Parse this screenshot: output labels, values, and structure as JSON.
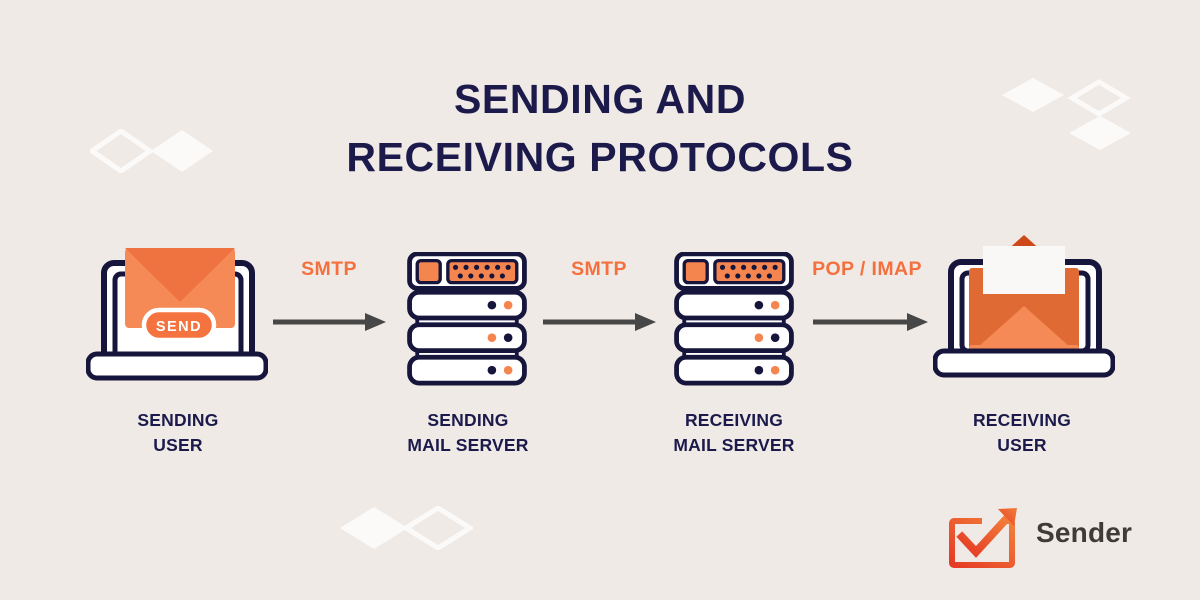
{
  "title": {
    "line1": "SENDING AND",
    "line2": "RECEIVING PROTOCOLS"
  },
  "flow": {
    "send_button_label": "SEND",
    "nodes": [
      {
        "label_line1": "SENDING",
        "label_line2": "USER"
      },
      {
        "label_line1": "SENDING",
        "label_line2": "MAIL SERVER"
      },
      {
        "label_line1": "RECEIVING",
        "label_line2": "MAIL SERVER"
      },
      {
        "label_line1": "RECEIVING",
        "label_line2": "USER"
      }
    ],
    "arrows": [
      {
        "protocol": "SMTP"
      },
      {
        "protocol": "SMTP"
      },
      {
        "protocol": "POP / IMAP"
      }
    ]
  },
  "branding": {
    "logo_text": "Sender"
  },
  "colors": {
    "background": "#F0EAE6",
    "navy": "#1B1A4B",
    "protocol_orange": "#F4713F",
    "envelope_orange": "#F5854F",
    "envelope_flap_dark": "#CE4819",
    "arrow_gray": "#474747"
  }
}
